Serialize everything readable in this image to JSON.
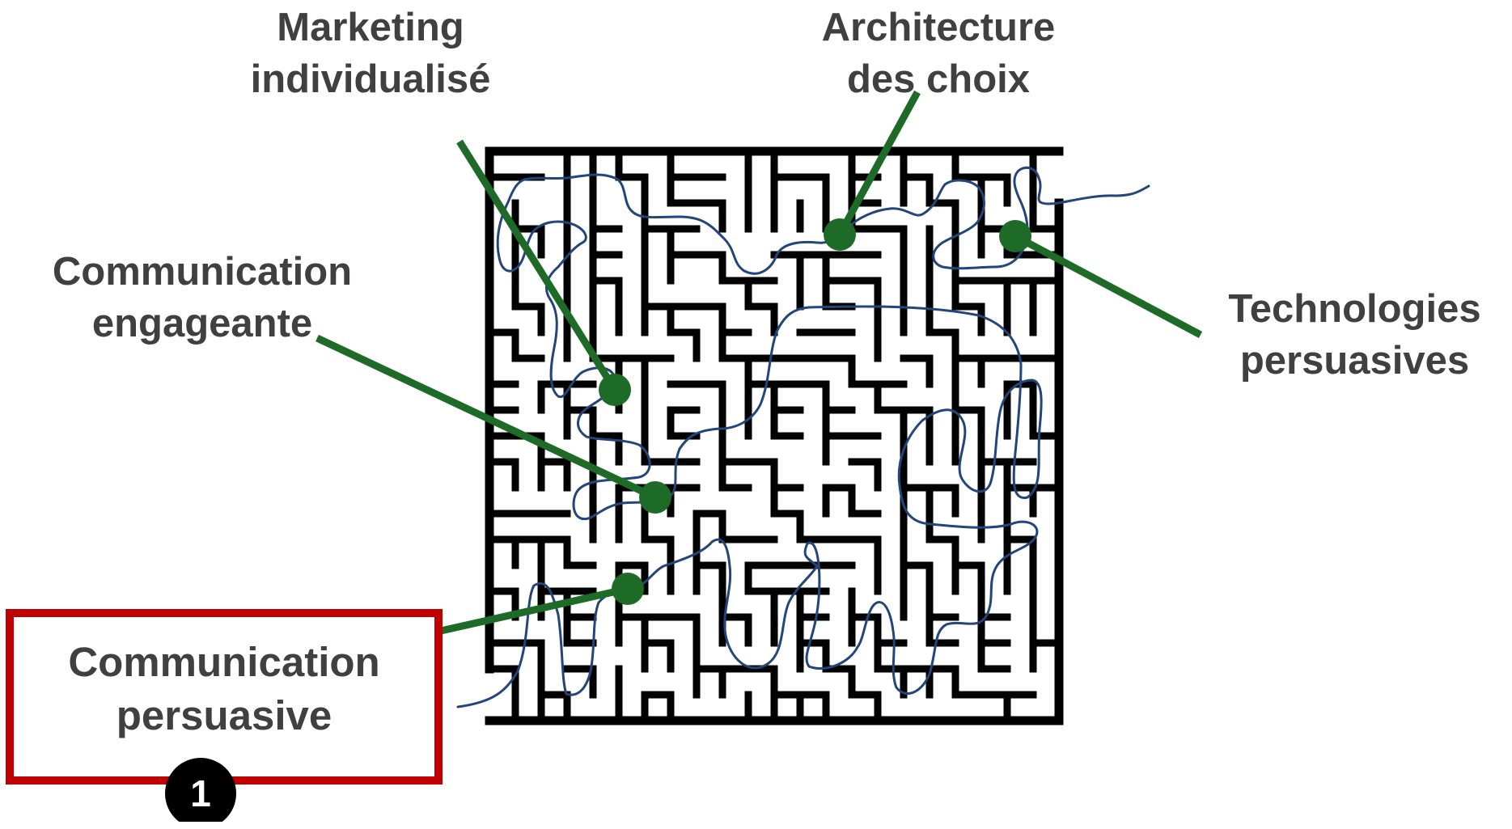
{
  "labels": {
    "marketing": {
      "line1": "Marketing",
      "line2": "individualisé"
    },
    "architecture": {
      "line1": "Architecture",
      "line2": "des choix"
    },
    "engageante": {
      "line1": "Communication",
      "line2": "engageante"
    },
    "technologies": {
      "line1": "Technologies",
      "line2": "persuasives"
    },
    "persuasive": {
      "line1": "Communication",
      "line2": "persuasive"
    }
  },
  "badge": {
    "number": "1"
  },
  "colors": {
    "label_text": "#404040",
    "maze_wall": "#000000",
    "connector": "#1e6b28",
    "path_line": "#23457a",
    "highlight_box": "#c00000",
    "badge_fill": "#000000"
  },
  "icons": {
    "maze": "maze-image",
    "path": "hand-drawn-maze-path",
    "badge": "number-badge"
  }
}
